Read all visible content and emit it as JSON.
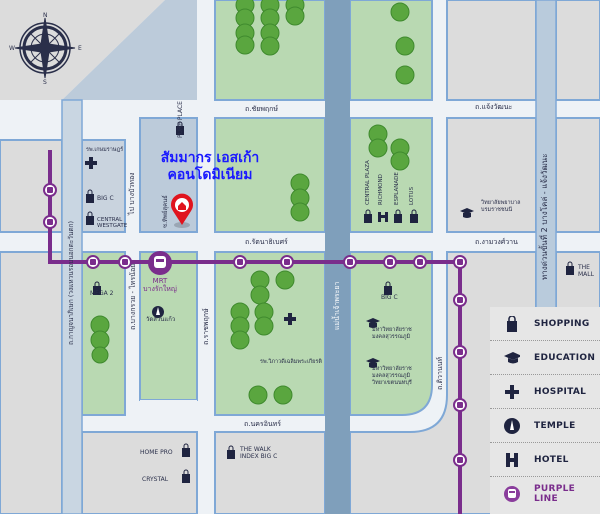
{
  "project_title": {
    "line1": "สัมมากร เอสเก้า",
    "line2": "คอนโดมิเนียม"
  },
  "roads": {
    "chaiyaphruek": "ถ.ชัยพฤกษ์",
    "chaengwattana": "ถ.แจ้งวัฒนะ",
    "rattanathibet": "ถ.รัตนาธิเบศร์",
    "ngamwongwan": "ถ.งามวงศ์วาน",
    "ratchaphruek": "ถ.ราชพฤกษ์",
    "nakhon_in": "ถ.นครอินทร์",
    "tiwanon": "ถ.ติวานนท์",
    "kanchanaphisek": "ถ.กาญจนาภิเษก (วงแหวนรอบนอกตะวันตก)",
    "bangkruai_sainoi": "ถ.บางกรวย - ไทรน้อย",
    "bang_bua_thong": "ไป บางบัวทอง",
    "soi": "ซ.ทิพย์สุคนธ์",
    "river": "แม่น้ำเจ้าพระยา",
    "expressway": "ทางด่วนขั้นที่ 2 บางโคล่ - แจ้งวัฒนะ"
  },
  "places": {
    "pure_place": "PURE PLACE",
    "hospital_kasemrad": "รพ.เกษมราษฎร์",
    "big_c_1": "BIG C",
    "central_westgate": "CENTRAL WESTGATE",
    "mega2": "MEGA 2",
    "mrt_label": "MRT",
    "mrt_station": "บางรักใหญ่",
    "temple": "วัดสวนแก้ว",
    "hospital_2": "รพ.วิภาวดีเฉลิมพระเกียรติ",
    "central_plaza": "CENTRAL PLAZA",
    "richmond": "RICHMOND",
    "esplanade": "ESPLANADE",
    "lotus": "LOTUS",
    "nursing_college": "วิทยาลัยพยาบาลบรมราชชนนี",
    "the_mall": "THE MALL",
    "big_c_2": "BIG C",
    "rmutsb_1": "มหาวิทยาลัยราชมงคลสุวรรณภูมิ",
    "rmutsb_2": "มหาวิทยาลัยราชมงคลสุวรรณภูมิ วิทยาเขตนนทบุรี",
    "home_pro": "HOME PRO",
    "crystal": "CRYSTAL",
    "the_walk": "THE WALK INDEX BIG C"
  },
  "compass": {
    "n": "N",
    "s": "S",
    "e": "E",
    "w": "W"
  },
  "legend": [
    {
      "icon": "shopping-bag-icon",
      "label": "SHOPPING"
    },
    {
      "icon": "graduation-cap-icon",
      "label": "EDUCATION"
    },
    {
      "icon": "hospital-cross-icon",
      "label": "HOSPITAL"
    },
    {
      "icon": "temple-icon",
      "label": "TEMPLE"
    },
    {
      "icon": "hotel-icon",
      "label": "HOTEL"
    },
    {
      "icon": "purple-line-train-icon",
      "label": "PURPLE LINE"
    }
  ],
  "colors": {
    "purple_line": "#7a2d8c",
    "road_border": "#7fa8d6",
    "green": "#b9d9b2",
    "river": "#7f9fbb",
    "title": "#1a1aff",
    "pin": "#e0141e"
  }
}
